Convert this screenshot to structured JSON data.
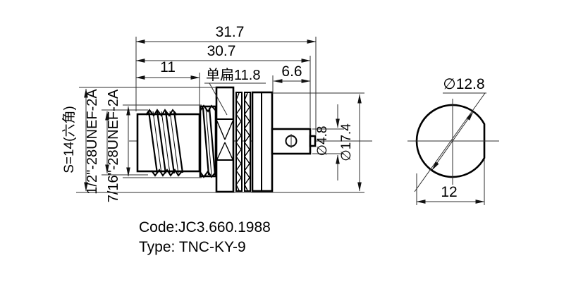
{
  "drawing": {
    "side_view": {
      "dim_total_length": "31.7",
      "dim_body_length": "30.7",
      "dim_front_length": "11",
      "flat_note": "单扁11.8",
      "dim_rear_length": "6.6",
      "dim_pin_shaft_dia": "∅4.8",
      "dim_flange_dia": "∅17.4",
      "hex_label": "S=14(六角)",
      "thread_front": "1/2\"-28UNEF-2A",
      "thread_mount": "7/16\"-28UNEF-2A"
    },
    "end_view": {
      "dim_dia": "∅12.8",
      "dim_flat_width": "12"
    },
    "title_block": {
      "code": "Code:JC3.660.1988",
      "type": "Type: TNC-KY-9"
    },
    "colors": {
      "outline": "#000000",
      "dimension_lines": "#2e2e2e",
      "background": "#ffffff"
    }
  }
}
